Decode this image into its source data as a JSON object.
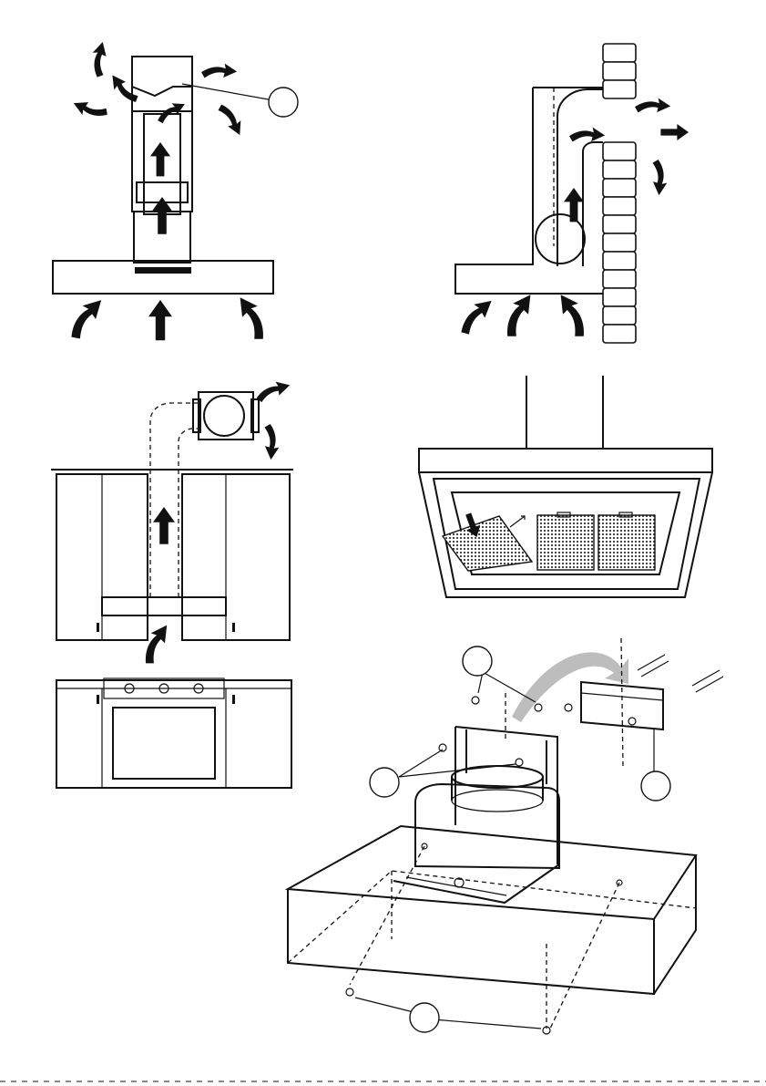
{
  "figures": [
    {
      "id": "chimney-recirculation"
    },
    {
      "id": "wall-extraction"
    },
    {
      "id": "cabinet-ducting"
    },
    {
      "id": "filter-removal"
    },
    {
      "id": "hood-mounting-exploded"
    }
  ],
  "colors": {
    "line": "#111111",
    "mesh": "#777777",
    "arrow-grey": "#bdbdbd"
  }
}
